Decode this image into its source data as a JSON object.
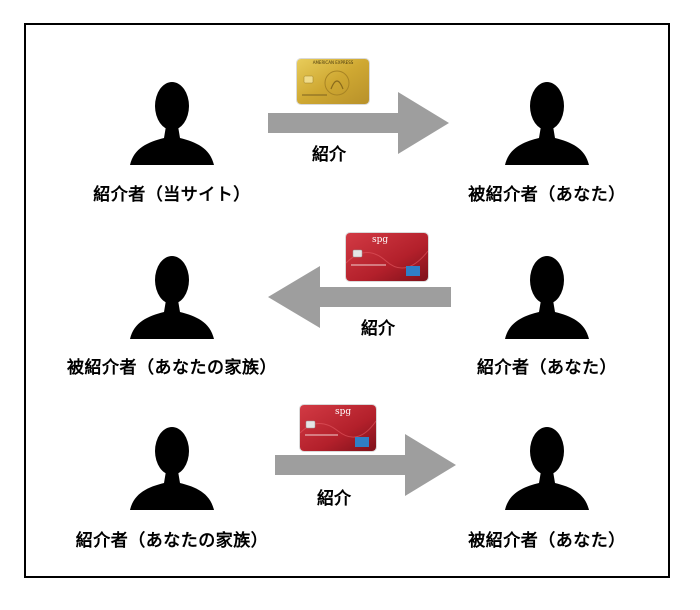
{
  "rows": [
    {
      "left_label": "紹介者（当サイト）",
      "right_label": "被紹介者（あなた）",
      "arrow_label": "紹介",
      "arrow_direction": "right",
      "card": {
        "type": "gold",
        "header_text": "AMERICAN EXPRESS"
      }
    },
    {
      "left_label": "被紹介者（あなたの家族）",
      "right_label": "紹介者（あなた）",
      "arrow_label": "紹介",
      "arrow_direction": "left",
      "card": {
        "type": "spg",
        "brand_text": "spg"
      }
    },
    {
      "left_label": "紹介者（あなたの家族）",
      "right_label": "被紹介者（あなた）",
      "arrow_label": "紹介",
      "arrow_direction": "right",
      "card": {
        "type": "spg",
        "brand_text": "spg"
      }
    }
  ],
  "colors": {
    "arrow": "#9e9e9e",
    "silhouette": "#000000",
    "gold_card": "#d4b23a",
    "spg_card": "#b3202b"
  }
}
